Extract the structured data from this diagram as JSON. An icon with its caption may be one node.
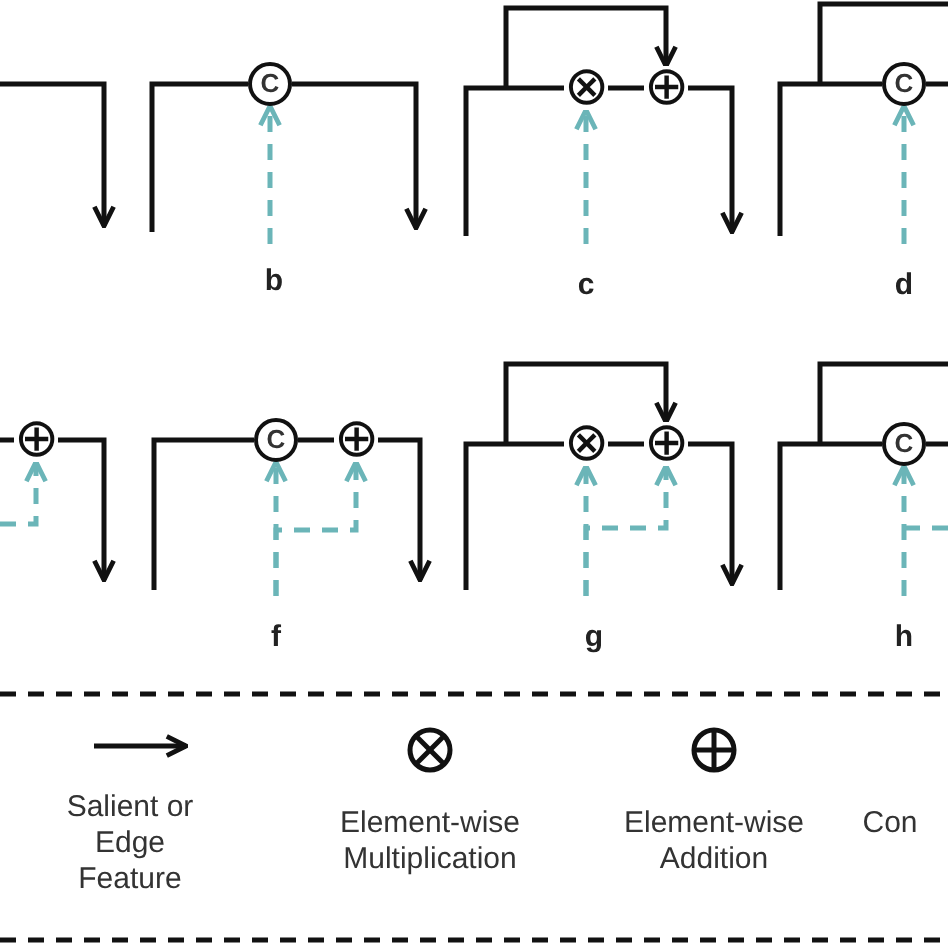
{
  "diagram": {
    "nodes": [
      {
        "text": [
          "C"
        ]
      },
      {
        "text": [
          "⊗"
        ]
      },
      {
        "text": [
          "⊕"
        ]
      },
      {
        "text": [
          "C"
        ]
      },
      {
        "text": [
          "⊕"
        ]
      },
      {
        "text": [
          "C"
        ]
      },
      {
        "text": [
          "⊕"
        ]
      },
      {
        "text": [
          "⊗"
        ]
      },
      {
        "text": [
          "⊕"
        ]
      },
      {
        "text": [
          "C"
        ]
      }
    ],
    "edges": [
      {
        "from": null,
        "to": 0,
        "arrow": "none"
      },
      {
        "from": 0,
        "to": null,
        "arrow": "to"
      },
      {
        "from": null,
        "to": 0,
        "arrow": "to",
        "style": "dashed",
        "color": "#6bb5b8"
      },
      {
        "from": null,
        "to": 1,
        "arrow": "none"
      },
      {
        "from": 1,
        "to": 2,
        "arrow": "none"
      },
      {
        "from": 2,
        "to": null,
        "arrow": "to"
      },
      {
        "from": null,
        "to": 2,
        "arrow": "to"
      },
      {
        "from": null,
        "to": 1,
        "arrow": "to",
        "style": "dashed",
        "color": "#6bb5b8"
      },
      {
        "from": null,
        "to": 3,
        "arrow": "none"
      },
      {
        "from": 3,
        "to": null,
        "arrow": "none"
      },
      {
        "from": null,
        "to": 3,
        "arrow": "to",
        "style": "dashed",
        "color": "#6bb5b8"
      },
      {
        "from": null,
        "to": 4,
        "arrow": "none"
      },
      {
        "from": 4,
        "to": null,
        "arrow": "to"
      },
      {
        "from": null,
        "to": 4,
        "arrow": "to",
        "style": "dashed",
        "color": "#6bb5b8"
      },
      {
        "from": null,
        "to": 5,
        "arrow": "none"
      },
      {
        "from": 5,
        "to": 6,
        "arrow": "none"
      },
      {
        "from": 6,
        "to": null,
        "arrow": "to"
      },
      {
        "from": null,
        "to": 5,
        "arrow": "to",
        "style": "dashed",
        "color": "#6bb5b8"
      },
      {
        "from": null,
        "to": 6,
        "arrow": "to",
        "style": "dashed",
        "color": "#6bb5b8"
      },
      {
        "from": null,
        "to": 7,
        "arrow": "none"
      },
      {
        "from": 7,
        "to": 8,
        "arrow": "none"
      },
      {
        "from": 8,
        "to": null,
        "arrow": "to"
      },
      {
        "from": null,
        "to": 8,
        "arrow": "to"
      },
      {
        "from": null,
        "to": 7,
        "arrow": "to",
        "style": "dashed",
        "color": "#6bb5b8"
      },
      {
        "from": null,
        "to": 8,
        "arrow": "to",
        "style": "dashed",
        "color": "#6bb5b8"
      },
      {
        "from": null,
        "to": 9,
        "arrow": "none"
      },
      {
        "from": 9,
        "to": null,
        "arrow": "none"
      },
      {
        "from": null,
        "to": 9,
        "arrow": "to",
        "style": "dashed",
        "color": "#6bb5b8"
      }
    ],
    "labels": [
      "b",
      "c",
      "d",
      "f",
      "g",
      "h"
    ],
    "legend": [
      {
        "text": "Salient or Edge Feature"
      },
      {
        "text": "Element-wise Multiplication"
      },
      {
        "text": "Element-wise Addition"
      },
      {
        "text": "Con"
      }
    ]
  }
}
